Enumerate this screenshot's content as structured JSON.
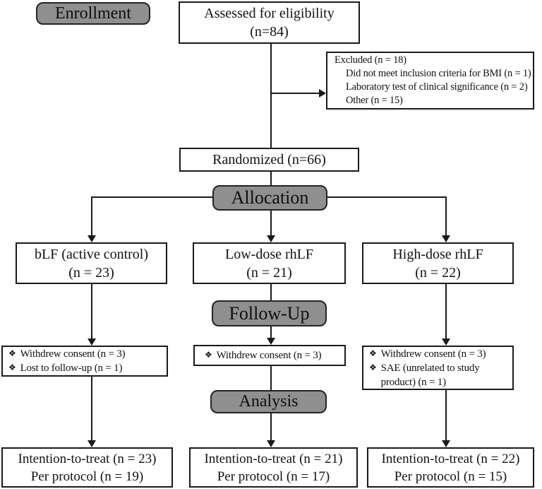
{
  "figure": {
    "title": "CONSORT participant flow diagram",
    "colors": {
      "stage_fill": "#8f8f8f",
      "stage_border": "#232323",
      "box_border": "#1a1a1a",
      "background": "#ffffff",
      "text": "#121212"
    },
    "glyphs": {
      "bullet": "❖"
    }
  },
  "stages": {
    "enrollment": "Enrollment",
    "allocation": "Allocation",
    "followup": "Follow-Up",
    "analysis": "Analysis"
  },
  "enrollment": {
    "assessed": {
      "line1": "Assessed for eligibility",
      "line2": "(n=84)"
    },
    "excluded": {
      "title": "Excluded (n = 18)",
      "items": [
        "Did not meet inclusion criteria for BMI (n = 1)",
        "Laboratory test of clinical significance (n = 2)",
        "Other (n = 15)"
      ]
    },
    "randomized": "Randomized (n=66)"
  },
  "arms": [
    {
      "name": "bLF (active control)",
      "n": "(n = 23)",
      "followup_items": [
        "Withdrew consent (n = 3)",
        "Lost to follow-up (n = 1)"
      ],
      "analysis": {
        "line1": "Intention-to-treat (n = 23)",
        "line2": "Per protocol (n = 19)"
      }
    },
    {
      "name": "Low-dose rhLF",
      "n": "(n = 21)",
      "followup_items": [
        "Withdrew consent (n = 3)"
      ],
      "analysis": {
        "line1": "Intention-to-treat (n = 21)",
        "line2": "Per protocol (n = 17)"
      }
    },
    {
      "name": "High-dose rhLF",
      "n": "(n = 22)",
      "followup_items": [
        "Withdrew consent (n = 3)",
        "SAE (unrelated to study product) (n = 1)"
      ],
      "analysis": {
        "line1": "Intention-to-treat (n = 22)",
        "line2": "Per protocol (n = 15)"
      }
    }
  ]
}
